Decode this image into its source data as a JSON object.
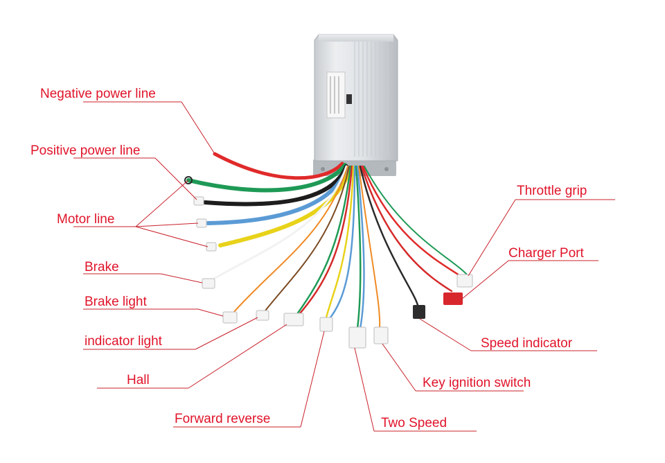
{
  "labels": {
    "negative_power_line": "Negative power line",
    "positive_power_line": "Positive power line",
    "motor_line": "Motor line",
    "brake": "Brake",
    "brake_light": "Brake light",
    "indicator_light": "indicator light",
    "hall": "Hall",
    "forward_reverse": "Forward reverse",
    "two_speed": "Two Speed",
    "key_ignition_switch": "Key ignition switch",
    "speed_indicator": "Speed indicator",
    "charger_port": "Charger Port",
    "throttle_grip": "Throttle grip"
  },
  "colors": {
    "label_text": "#e0142a",
    "leader_line": "#c8202a",
    "controller_body": "#d7dadd"
  }
}
